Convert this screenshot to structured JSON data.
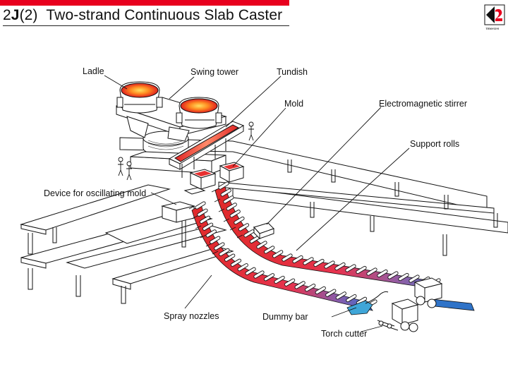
{
  "header": {
    "section_prefix": "2",
    "section_letter": "J",
    "section_number": "(2)",
    "title": "Two-strand Continuous Slab Caster"
  },
  "logo": {
    "text": "TENYOYI"
  },
  "labels": {
    "ladle": "Ladle",
    "swing_tower": "Swing tower",
    "tundish": "Tundish",
    "mold": "Mold",
    "electromagnetic_stirrer": "Electromagnetic stirrer",
    "support_rolls": "Support rolls",
    "device_oscillating_mold": "Device for oscillating mold",
    "spray_nozzles": "Spray nozzles",
    "dummy_bar": "Dummy bar",
    "torch_cutter": "Torch cutter"
  },
  "colors": {
    "accent_red": "#e8001e",
    "molten_steel": "#e83030",
    "dummy_bar": "#3fa6d8",
    "slab_blue": "#2f73c8"
  }
}
